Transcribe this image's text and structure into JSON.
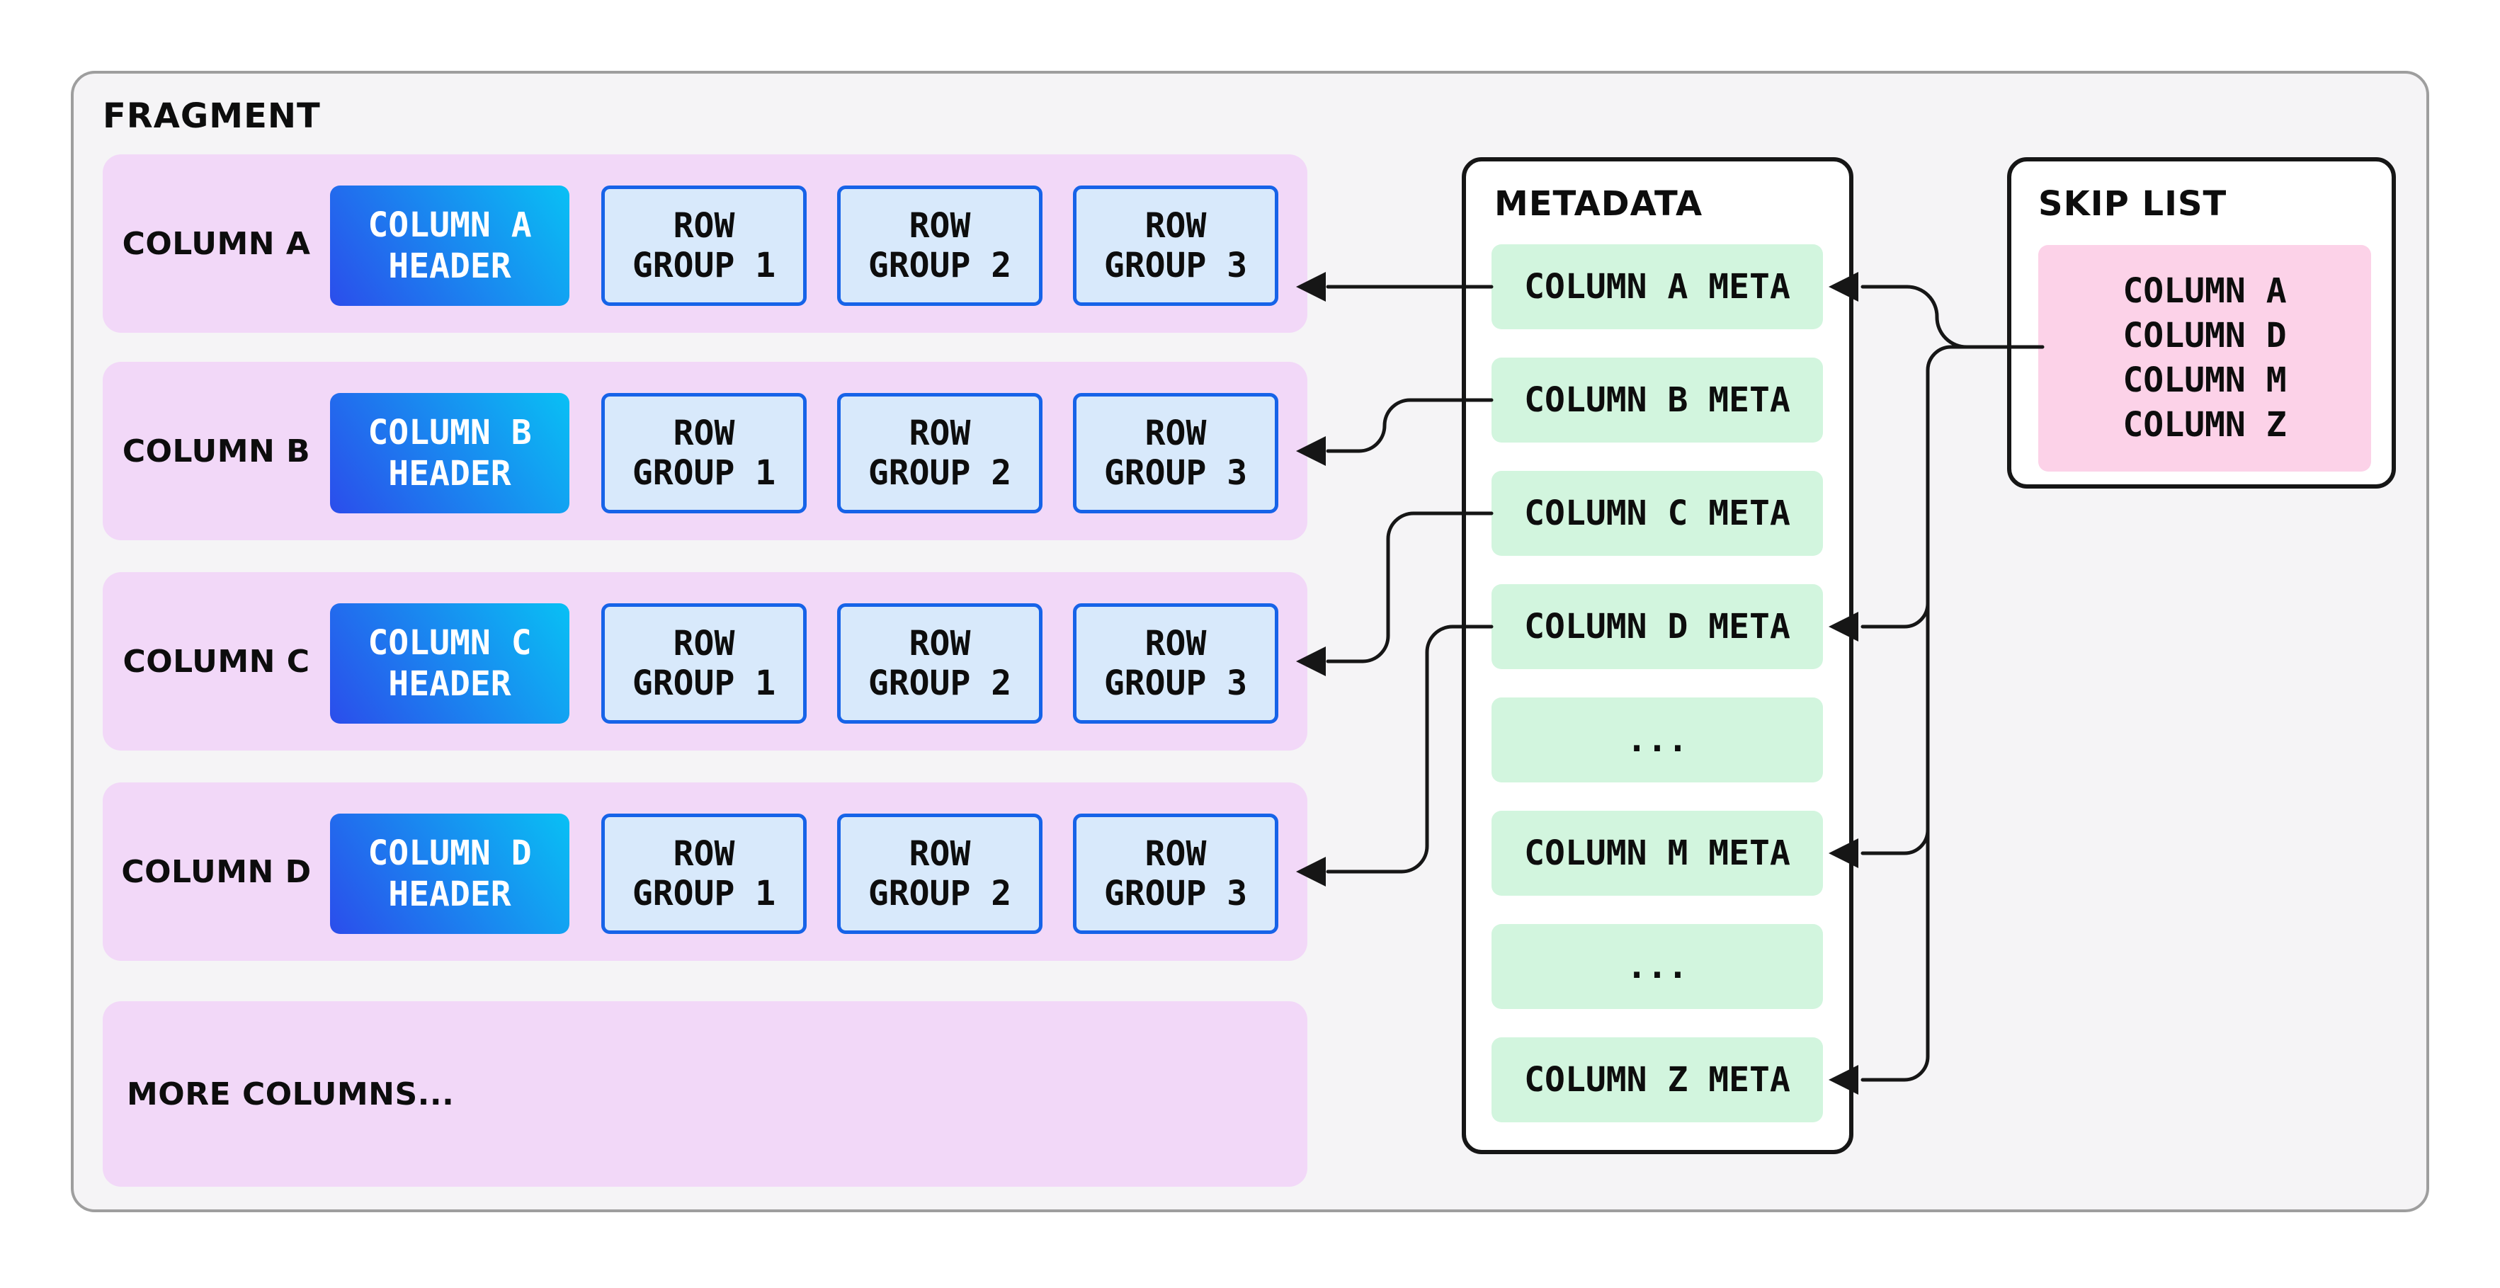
{
  "fragment": {
    "title": "FRAGMENT",
    "more_columns_label": "MORE COLUMNS...",
    "columns": [
      {
        "label": "COLUMN A",
        "header": {
          "line1": "COLUMN A",
          "line2": "HEADER"
        },
        "row_groups": [
          {
            "line1": "ROW",
            "line2": "GROUP 1"
          },
          {
            "line1": "ROW",
            "line2": "GROUP 2"
          },
          {
            "line1": "ROW",
            "line2": "GROUP 3"
          }
        ]
      },
      {
        "label": "COLUMN B",
        "header": {
          "line1": "COLUMN B",
          "line2": "HEADER"
        },
        "row_groups": [
          {
            "line1": "ROW",
            "line2": "GROUP 1"
          },
          {
            "line1": "ROW",
            "line2": "GROUP 2"
          },
          {
            "line1": "ROW",
            "line2": "GROUP 3"
          }
        ]
      },
      {
        "label": "COLUMN C",
        "header": {
          "line1": "COLUMN C",
          "line2": "HEADER"
        },
        "row_groups": [
          {
            "line1": "ROW",
            "line2": "GROUP 1"
          },
          {
            "line1": "ROW",
            "line2": "GROUP 2"
          },
          {
            "line1": "ROW",
            "line2": "GROUP 3"
          }
        ]
      },
      {
        "label": "COLUMN D",
        "header": {
          "line1": "COLUMN D",
          "line2": "HEADER"
        },
        "row_groups": [
          {
            "line1": "ROW",
            "line2": "GROUP 1"
          },
          {
            "line1": "ROW",
            "line2": "GROUP 2"
          },
          {
            "line1": "ROW",
            "line2": "GROUP 3"
          }
        ]
      }
    ]
  },
  "metadata": {
    "title": "METADATA",
    "items": [
      {
        "label": "COLUMN A META"
      },
      {
        "label": "COLUMN B META"
      },
      {
        "label": "COLUMN C META"
      },
      {
        "label": "COLUMN D META"
      },
      {
        "label": "..."
      },
      {
        "label": "COLUMN M META"
      },
      {
        "label": "..."
      },
      {
        "label": "COLUMN Z META"
      }
    ]
  },
  "skip_list": {
    "title": "SKIP LIST",
    "entries": [
      "COLUMN A",
      "COLUMN D",
      "COLUMN M",
      "COLUMN Z"
    ]
  },
  "connections": {
    "meta_to_row_group3": [
      "COLUMN A",
      "COLUMN B",
      "COLUMN C",
      "COLUMN D"
    ],
    "skip_list_to_meta": [
      "COLUMN A",
      "COLUMN D",
      "COLUMN M",
      "COLUMN Z"
    ]
  },
  "colors": {
    "page_bg": "#ffffff",
    "fragment_bg": "#f5f4f6",
    "fragment_border": "#9e9e9e",
    "row_bg": "#f2d8f8",
    "header_grad_start": "#2b4deb",
    "header_grad_end": "#09c0f4",
    "row_group_bg": "#d8e9fb",
    "row_group_border": "#1763e8",
    "meta_item_bg": "#d2f5de",
    "skip_entries_bg": "#fcd2e8",
    "line": "#161616",
    "text": "#0d0d0d",
    "header_text": "#ffffff"
  }
}
